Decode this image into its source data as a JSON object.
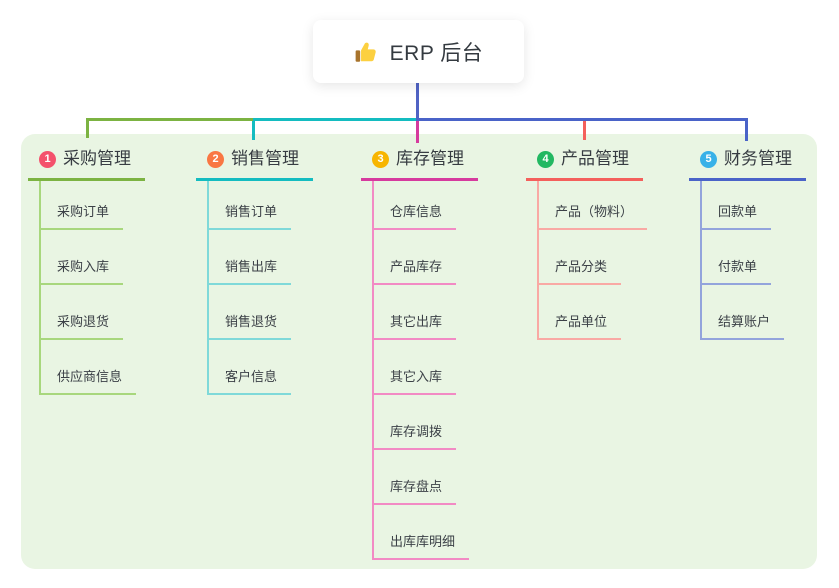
{
  "root": {
    "label": "ERP 后台",
    "icon": "thumbs-up-icon"
  },
  "colors": {
    "page_background": "#ffffff",
    "panel_background": "#e9f5e3",
    "root_line": "#5063c4",
    "root_text": "#343a40",
    "topic_text": "#373c42",
    "child_text": "#3c4147",
    "icon_hand": "#fcd040",
    "icon_cuff": "#a8742c"
  },
  "branches": [
    {
      "badge": "1",
      "label": "采购管理",
      "badge_color": "#f4516c",
      "line_color": "#7cb342",
      "child_line_color": "#a8d77d",
      "children": [
        "采购订单",
        "采购入库",
        "采购退货",
        "供应商信息"
      ]
    },
    {
      "badge": "2",
      "label": "销售管理",
      "badge_color": "#f97743",
      "line_color": "#14bcc0",
      "child_line_color": "#7fd9d9",
      "children": [
        "销售订单",
        "销售出库",
        "销售退货",
        "客户信息"
      ]
    },
    {
      "badge": "3",
      "label": "库存管理",
      "badge_color": "#f7b500",
      "line_color": "#d63a9e",
      "child_line_color": "#f28ac4",
      "children": [
        "仓库信息",
        "产品库存",
        "其它出库",
        "其它入库",
        "库存调拨",
        "库存盘点",
        "出库库明细"
      ]
    },
    {
      "badge": "4",
      "label": "产品管理",
      "badge_color": "#23b862",
      "line_color": "#f4605c",
      "child_line_color": "#f9a9a4",
      "children": [
        "产品（物料）",
        "产品分类",
        "产品单位"
      ]
    },
    {
      "badge": "5",
      "label": "财务管理",
      "badge_color": "#38b1e8",
      "line_color": "#4a63c8",
      "child_line_color": "#93a4dc",
      "children": [
        "回款单",
        "付款单",
        "结算账户"
      ]
    }
  ]
}
